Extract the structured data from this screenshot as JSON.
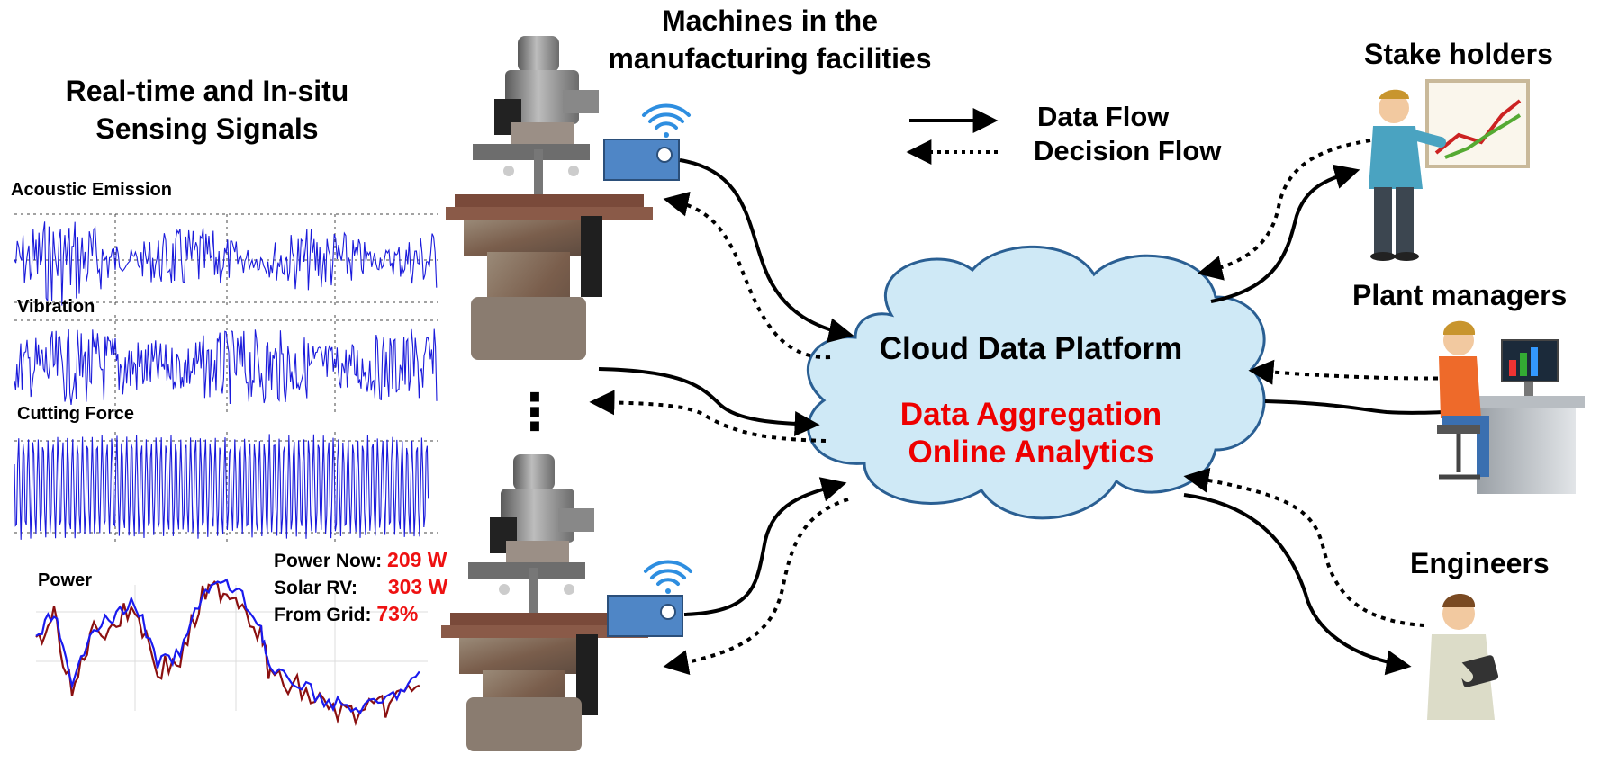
{
  "signals": {
    "title_line1": "Real-time and In-situ",
    "title_line2": "Sensing Signals",
    "acoustic_label": "Acoustic Emission",
    "vibration_label": "Vibration",
    "force_label": "Cutting Force",
    "power_label": "Power"
  },
  "power_readout": {
    "now_label": "Power Now:",
    "now_value": "209 W",
    "solar_label": "Solar RV:",
    "solar_value": "303 W",
    "grid_label": "From Grid:",
    "grid_value": "73%"
  },
  "machines": {
    "title_line1": "Machines in the",
    "title_line2": "manufacturing facilities",
    "ellipsis": "⋮"
  },
  "legend": {
    "data_flow": "Data Flow",
    "decision_flow": "Decision Flow"
  },
  "cloud": {
    "title": "Cloud Data Platform",
    "line1": "Data Aggregation",
    "line2": "Online Analytics"
  },
  "roles": {
    "stakeholders": "Stake holders",
    "plant_managers": "Plant managers",
    "engineers": "Engineers"
  },
  "colors": {
    "signal_blue": "#1a1adb",
    "power_red": "#8b1010",
    "cloud_fill": "#cfe9f6",
    "cloud_stroke": "#2a5f93",
    "sensor_box": "#4f86c6",
    "wifi": "#2e8ee0",
    "accent_red": "#ee0000"
  }
}
